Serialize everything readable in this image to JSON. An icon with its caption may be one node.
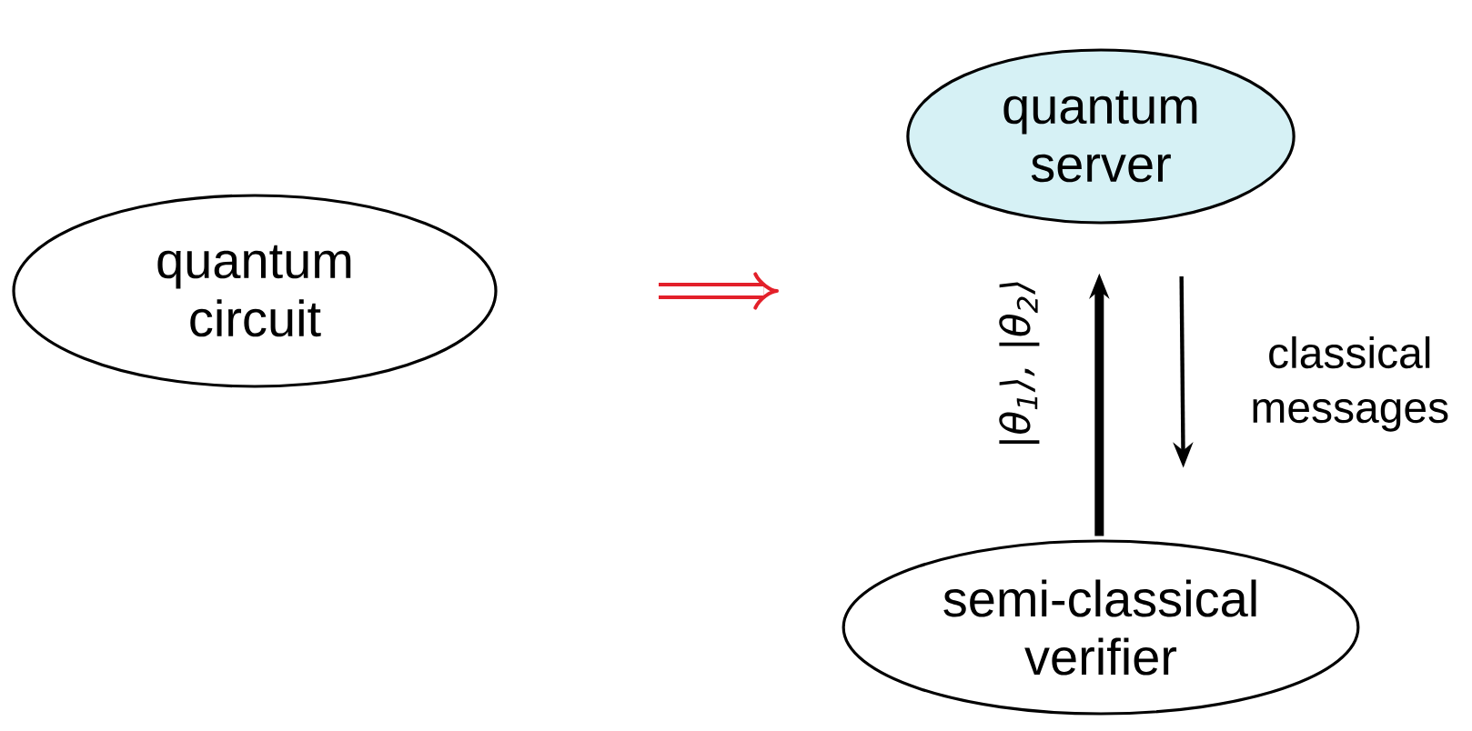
{
  "diagram": {
    "nodes": [
      {
        "text": [
          "quantum circuit"
        ]
      },
      {
        "text": [
          "quantum server"
        ]
      },
      {
        "text": [
          "semi-classical verifier"
        ]
      }
    ],
    "edges": [
      {
        "from": 2,
        "to": 1,
        "arrow": "to",
        "label": "|θ$_{1}$⟩, |θ$_{2}$⟩",
        "style": "thick"
      },
      {
        "from": 1,
        "to": 2,
        "arrow": "to",
        "label": "classical messages"
      }
    ]
  }
}
